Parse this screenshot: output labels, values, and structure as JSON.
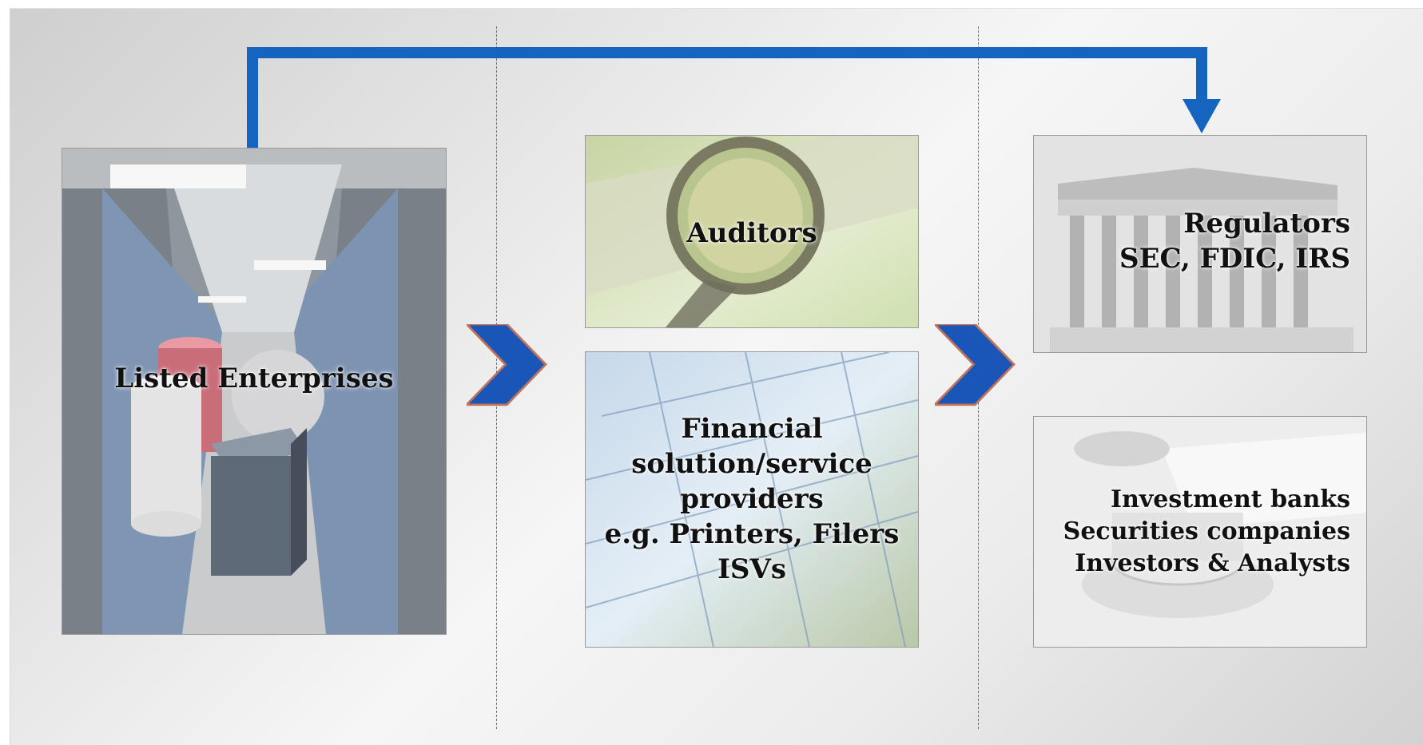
{
  "nodes": {
    "listed_enterprises": "Listed Enterprises",
    "auditors": "Auditors",
    "financial_providers": {
      "line1": "Financial",
      "line2": "solution/service",
      "line3": "providers",
      "line4": "e.g. Printers, Filers",
      "line5": "ISVs"
    },
    "regulators": {
      "line1": "Regulators",
      "line2": "SEC, FDIC, IRS"
    },
    "investors": {
      "line1": "Investment banks",
      "line2": "Securities companies",
      "line3": "Investors & Analysts"
    }
  },
  "colors": {
    "arrow_blue": "#1565c0",
    "chevron_blue": "#1a56b8",
    "chevron_outline": "#c0735a"
  }
}
